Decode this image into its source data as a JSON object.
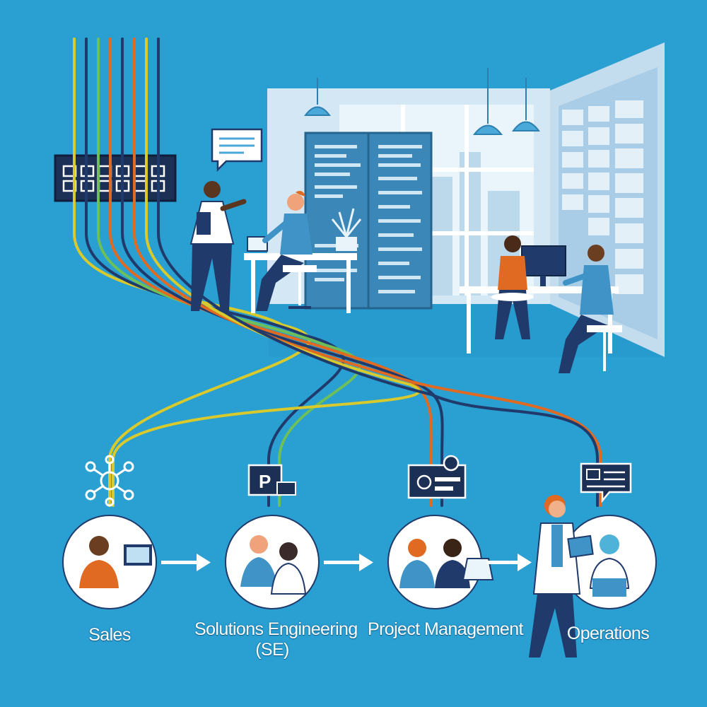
{
  "colors": {
    "background": "#2a9fd2",
    "navy": "#1f3a6b",
    "orange": "#e06a22",
    "yellow": "#d8c92c",
    "green": "#6dbf5a",
    "office_panel": "#cfe4f2",
    "window_glass": "#e8f3fa",
    "node_fill": "#ffffff"
  },
  "workflow": {
    "stages": [
      {
        "id": "sales",
        "label": "Sales",
        "icon": "network-hub-icon"
      },
      {
        "id": "solutions-engineering",
        "label": "Solutions Engineering (SE)",
        "label_lines": [
          "Solutions Engineering",
          "(SE)"
        ],
        "icon": "presentation-board-icon"
      },
      {
        "id": "project-management",
        "label": "Project Management",
        "icon": "gantt-gear-icon"
      },
      {
        "id": "operations",
        "label": "Operations",
        "icon": "chat-dashboard-icon"
      }
    ],
    "connectors": [
      "arrow-icon",
      "arrow-icon",
      "arrow-icon"
    ]
  },
  "scene": {
    "patch_panel_ports": 6,
    "cable_colors": [
      "#d8c92c",
      "#1f3a6b",
      "#6dbf5a",
      "#e06a22",
      "#1f3a6b",
      "#e06a22",
      "#d8c92c",
      "#1f3a6b"
    ]
  }
}
